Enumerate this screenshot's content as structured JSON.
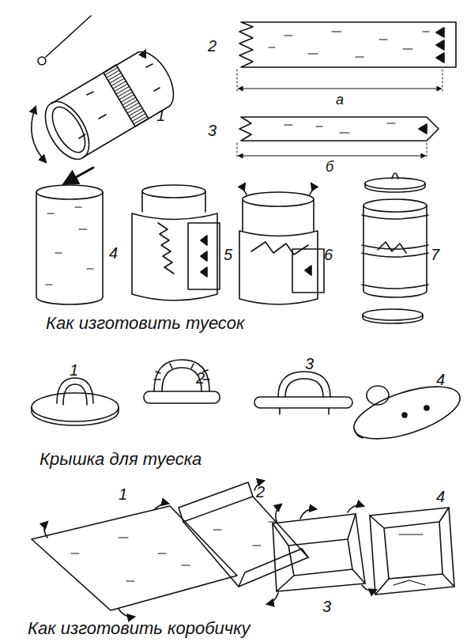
{
  "diagram": {
    "labels": [
      "1",
      "2",
      "а",
      "3",
      "б",
      "4",
      "5",
      "6",
      "7",
      "Как изготовить туесок",
      "1",
      "2",
      "3",
      "4",
      "Крышка для туеска",
      "1",
      "2",
      "3",
      "4",
      "Как изготовить коробичку"
    ]
  }
}
